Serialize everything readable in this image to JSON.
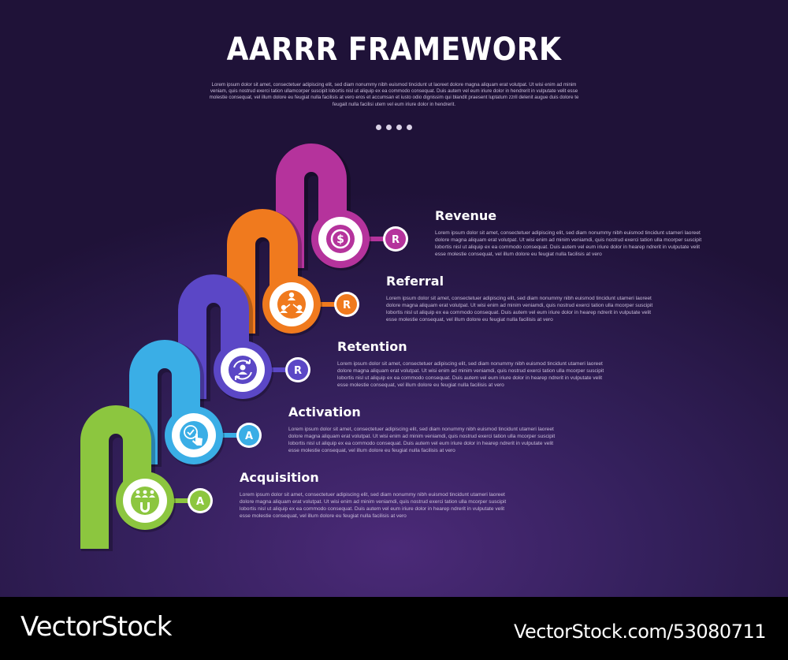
{
  "title": "AARRR FRAMEWORK",
  "intro": "Lorem ipsum dolor sit amet, consectetuer adipiscing elit, sed diam nonummy nibh euismod tincidunt ut laoreet dolore magna aliquam erat volutpat. Ut wisi enim ad minim veniam, quis nostrud exerci tation ullamcorper suscipit lobortis nisl ut aliquip ex ea commodo consequat. Duis autem vel eum iriure dolor in hendrerit in vulputate velit esse molestie consequat, vel illum dolore eu feugiat nulla facilisis at vero eros et accumsan et iusto odio dignissim qui blandit praesent luptatum zzril delenit augue duis dolore te feugait nulla facilisi utem vel eum iriure dolor in hendrerit.",
  "steps": [
    {
      "title": "Acquisition",
      "letter": "A",
      "color": "#8cc63f",
      "icon": "magnet-users-icon",
      "text": "Lorem ipsum dolor sit amet, consectetuer adipiscing elit, sed diam nonummy nibh euismod tincidunt utameri laoreet dolore magna aliquam erat volutpat. Ut wisi enim ad minim veniamdi, quis nostrud exerci tation ulla mcorper suscipit lobortis nisl ut aliquip ex ea commodo consequat. Duis autem vel eum iriure dolor in hearep ndrerit in vulputate velit esse molestie consequat, vel illum dolore eu feugiat nulla facilisis at vero"
    },
    {
      "title": "Activation",
      "letter": "A",
      "color": "#3aaee6",
      "icon": "touch-check-icon",
      "text": "Lorem ipsum dolor sit amet, consectetuer adipiscing elit, sed diam nonummy nibh euismod tincidunt utameri laoreet dolore magna aliquam erat volutpat. Ut wisi enim ad minim veniamdi, quis nostrud exerci tation ulla mcorper suscipit lobortis nisl ut aliquip ex ea commodo consequat. Duis autem vel eum iriure dolor in hearep ndrerit in vulputate velit esse molestie consequat, vel illum dolore eu feugiat nulla facilisis at vero"
    },
    {
      "title": "Retention",
      "letter": "R",
      "color": "#5b47c6",
      "icon": "user-cycle-icon",
      "text": "Lorem ipsum dolor sit amet, consectetuer adipiscing elit, sed diam nonummy nibh euismod tincidunt utameri laoreet dolore magna aliquam erat volutpat. Ut wisi enim ad minim veniamdi, quis nostrud exerci tation ulla mcorper suscipit lobortis nisl ut aliquip ex ea commodo consequat. Duis autem vel eum iriure dolor in hearep ndrerit in vulputate velit esse molestie consequat, vel illum dolore eu feugiat nulla facilisis at vero"
    },
    {
      "title": "Referral",
      "letter": "R",
      "color": "#f07a1e",
      "icon": "network-users-icon",
      "text": "Lorem ipsum dolor sit amet, consectetuer adipiscing elit, sed diam nonummy nibh euismod tincidunt utameri laoreet dolore magna aliquam erat volutpat. Ut wisi enim ad minim veniamdi, quis nostrud exerci tation ulla mcorper suscipit lobortis nisl ut aliquip ex ea commodo consequat. Duis autem vel eum iriure dolor in hearep ndrerit in vulputate velit esse molestie consequat, vel illum dolore eu feugiat nulla facilisis at vero"
    },
    {
      "title": "Revenue",
      "letter": "R",
      "color": "#b5339c",
      "icon": "dollar-coin-icon",
      "text": "Lorem ipsum dolor sit amet, consectetuer adipiscing elit, sed diam nonummy nibh euismod tincidunt utameri laoreet dolore magna aliquam erat volutpat. Ut wisi enim ad minim veniamdi, quis nostrud exerci tation ulla mcorper suscipit lobortis nisl ut aliquip ex ea commodo consequat. Duis autem vel eum iriure dolor in hearep ndrerit in vulputate velit esse molestie consequat, vel illum dolore eu feugiat nulla facilisis at vero"
    }
  ],
  "footer": {
    "left": "VectorStock",
    "right": "VectorStock.com/53080711"
  }
}
